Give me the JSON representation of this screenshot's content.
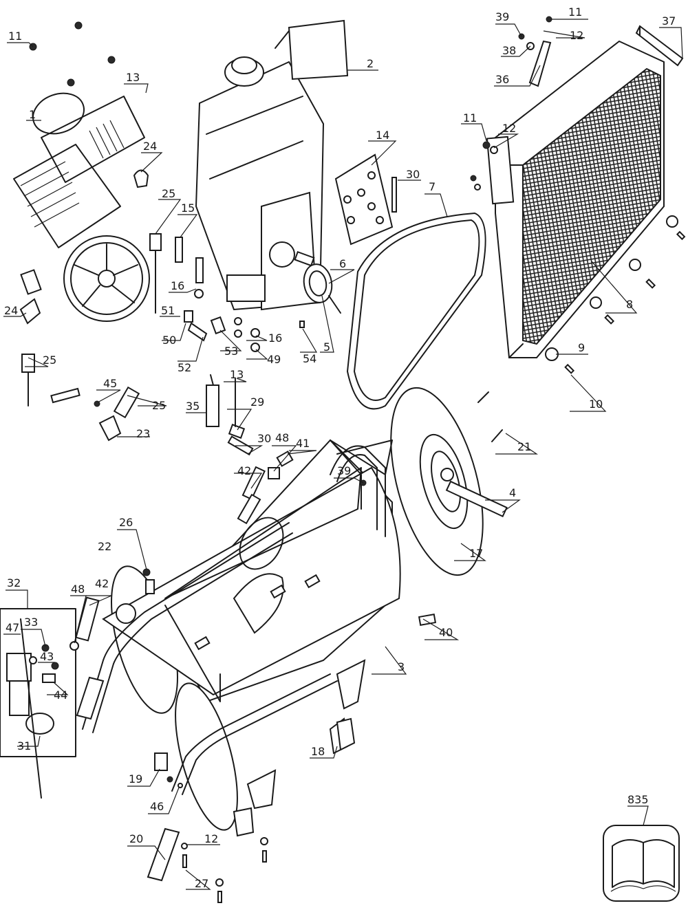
{
  "callouts": [
    {
      "id": "c-11a",
      "text": "11"
    },
    {
      "id": "c-13a",
      "text": "13"
    },
    {
      "id": "c-1",
      "text": "1"
    },
    {
      "id": "c-24a",
      "text": "24"
    },
    {
      "id": "c-25a",
      "text": "25"
    },
    {
      "id": "c-15",
      "text": "15"
    },
    {
      "id": "c-16a",
      "text": "16"
    },
    {
      "id": "c-24b",
      "text": "24"
    },
    {
      "id": "c-25b",
      "text": "25"
    },
    {
      "id": "c-51",
      "text": "51"
    },
    {
      "id": "c-50",
      "text": "50"
    },
    {
      "id": "c-52",
      "text": "52"
    },
    {
      "id": "c-53",
      "text": "53"
    },
    {
      "id": "c-16b",
      "text": "16"
    },
    {
      "id": "c-49",
      "text": "49"
    },
    {
      "id": "c-45",
      "text": "45"
    },
    {
      "id": "c-25c",
      "text": "25"
    },
    {
      "id": "c-23",
      "text": "23"
    },
    {
      "id": "c-2",
      "text": "2"
    },
    {
      "id": "c-14",
      "text": "14"
    },
    {
      "id": "c-30a",
      "text": "30"
    },
    {
      "id": "c-7",
      "text": "7"
    },
    {
      "id": "c-6",
      "text": "6"
    },
    {
      "id": "c-5",
      "text": "5"
    },
    {
      "id": "c-54",
      "text": "54"
    },
    {
      "id": "c-39a",
      "text": "39"
    },
    {
      "id": "c-11b",
      "text": "11"
    },
    {
      "id": "c-12a",
      "text": "12"
    },
    {
      "id": "c-37",
      "text": "37"
    },
    {
      "id": "c-38",
      "text": "38"
    },
    {
      "id": "c-36",
      "text": "36"
    },
    {
      "id": "c-11c",
      "text": "11"
    },
    {
      "id": "c-12b",
      "text": "12"
    },
    {
      "id": "c-8",
      "text": "8"
    },
    {
      "id": "c-9",
      "text": "9"
    },
    {
      "id": "c-10",
      "text": "10"
    },
    {
      "id": "c-13b",
      "text": "13"
    },
    {
      "id": "c-35",
      "text": "35"
    },
    {
      "id": "c-29",
      "text": "29"
    },
    {
      "id": "c-30b",
      "text": "30"
    },
    {
      "id": "c-48a",
      "text": "48"
    },
    {
      "id": "c-41",
      "text": "41"
    },
    {
      "id": "c-42a",
      "text": "42"
    },
    {
      "id": "c-39b",
      "text": "39"
    },
    {
      "id": "c-21",
      "text": "21"
    },
    {
      "id": "c-4",
      "text": "4"
    },
    {
      "id": "c-17",
      "text": "17"
    },
    {
      "id": "c-26",
      "text": "26"
    },
    {
      "id": "c-22",
      "text": "22"
    },
    {
      "id": "c-32",
      "text": "32"
    },
    {
      "id": "c-33",
      "text": "33"
    },
    {
      "id": "c-48b",
      "text": "48"
    },
    {
      "id": "c-42b",
      "text": "42"
    },
    {
      "id": "c-47",
      "text": "47"
    },
    {
      "id": "c-43",
      "text": "43"
    },
    {
      "id": "c-44",
      "text": "44"
    },
    {
      "id": "c-31",
      "text": "31"
    },
    {
      "id": "c-40",
      "text": "40"
    },
    {
      "id": "c-3",
      "text": "3"
    },
    {
      "id": "c-18",
      "text": "18"
    },
    {
      "id": "c-19",
      "text": "19"
    },
    {
      "id": "c-46",
      "text": "46"
    },
    {
      "id": "c-20",
      "text": "20"
    },
    {
      "id": "c-12c",
      "text": "12"
    },
    {
      "id": "c-27",
      "text": "27"
    },
    {
      "id": "c-835",
      "text": "835"
    }
  ],
  "manual_icon": "open-book-icon"
}
